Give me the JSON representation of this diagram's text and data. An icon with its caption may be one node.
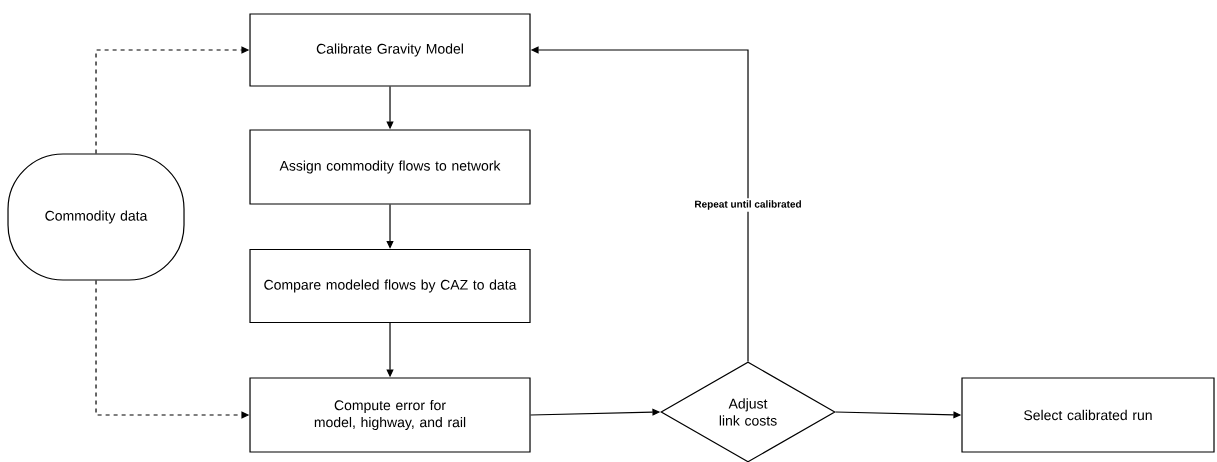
{
  "diagram": {
    "nodes": [
      {
        "text": [
          "Commodity data"
        ]
      },
      {
        "text": [
          "Calibrate Gravity Model"
        ]
      },
      {
        "text": [
          "Assign commodity flows to network"
        ]
      },
      {
        "text": [
          "Compare modeled flows by CAZ to data"
        ]
      },
      {
        "text": [
          "Compute error for model, highway, and rail"
        ]
      },
      {
        "text": [
          "Adjust link costs"
        ]
      },
      {
        "text": [
          "Select calibrated run"
        ]
      }
    ],
    "edges": [
      {
        "from": 0,
        "to": 1,
        "arrow": "to",
        "style": "dashed"
      },
      {
        "from": 0,
        "to": 4,
        "arrow": "to",
        "style": "dashed"
      },
      {
        "from": 1,
        "to": 2,
        "arrow": "to"
      },
      {
        "from": 2,
        "to": 3,
        "arrow": "to"
      },
      {
        "from": 3,
        "to": 4,
        "arrow": "to"
      },
      {
        "from": 4,
        "to": 5,
        "arrow": "to"
      },
      {
        "from": 5,
        "to": 6,
        "arrow": "to"
      },
      {
        "from": 5,
        "to": 1,
        "arrow": "to",
        "label": "Repeat until calibrated"
      }
    ]
  }
}
